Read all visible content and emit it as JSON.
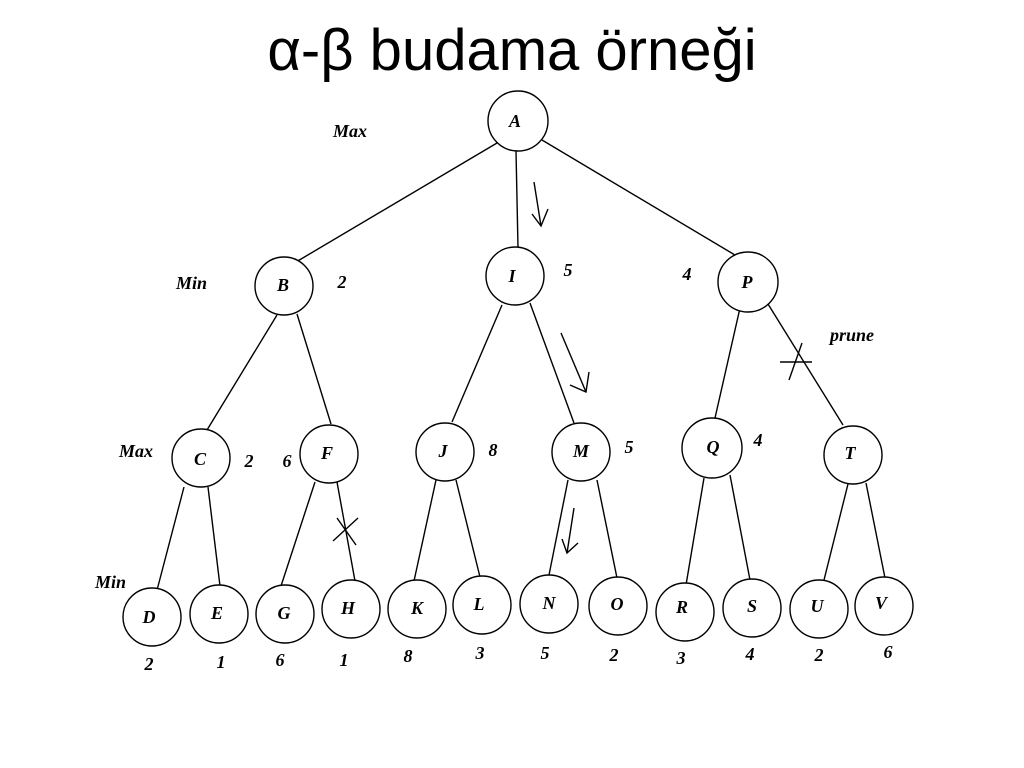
{
  "title": "α-β budama örneği",
  "levels": {
    "max_top": "Max",
    "min_b": "Min",
    "max_c": "Max",
    "min_d": "Min"
  },
  "prune_label": "prune",
  "nodes": {
    "A": {
      "name": "A",
      "value": ""
    },
    "B": {
      "name": "B",
      "value": "2"
    },
    "I": {
      "name": "I",
      "value": "5"
    },
    "P": {
      "name": "P",
      "value": "4"
    },
    "C": {
      "name": "C",
      "value": "2"
    },
    "F": {
      "name": "F",
      "value": "6"
    },
    "J": {
      "name": "J",
      "value": "8"
    },
    "M": {
      "name": "M",
      "value": "5"
    },
    "Q": {
      "name": "Q",
      "value": "4"
    },
    "T": {
      "name": "T",
      "value": ""
    },
    "D": {
      "name": "D",
      "value": "2"
    },
    "E": {
      "name": "E",
      "value": "1"
    },
    "G": {
      "name": "G",
      "value": "6"
    },
    "H": {
      "name": "H",
      "value": "1"
    },
    "K": {
      "name": "K",
      "value": "8"
    },
    "L": {
      "name": "L",
      "value": "3"
    },
    "N": {
      "name": "N",
      "value": "5"
    },
    "O": {
      "name": "O",
      "value": "2"
    },
    "R": {
      "name": "R",
      "value": "3"
    },
    "S": {
      "name": "S",
      "value": "4"
    },
    "U": {
      "name": "U",
      "value": "2"
    },
    "V": {
      "name": "V",
      "value": "6"
    }
  }
}
